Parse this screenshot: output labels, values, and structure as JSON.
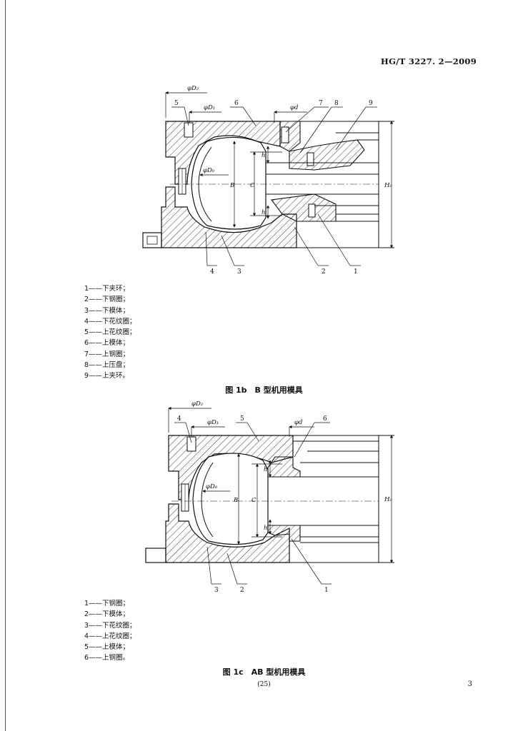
{
  "header": {
    "standard_no": "HG/T 3227. 2—2009"
  },
  "figure_b": {
    "dims": {
      "D2": "φD₂",
      "D1": "φD₁",
      "d": "φd",
      "D0": "φD₀",
      "B": "B",
      "C": "C",
      "H0": "H₀",
      "h_top": "h",
      "h_bottom": "h"
    },
    "callouts": [
      "1",
      "2",
      "3",
      "4",
      "5",
      "6",
      "7",
      "8",
      "9"
    ],
    "legend": [
      "1——下夹环；",
      "2——下钢圈；",
      "3——下模体；",
      "4——下花纹圈；",
      "5——上花纹圈；",
      "6——上模体；",
      "7——上钢圈；",
      "8——上压盘；",
      "9——上夹环。"
    ],
    "caption": "图 1b　B 型机用模具"
  },
  "figure_c": {
    "dims": {
      "D2": "φD₂",
      "D1": "φD₁",
      "d": "φd",
      "D0": "φD₀",
      "B": "B",
      "C": "C",
      "H0": "H₀",
      "h_top": "h",
      "h_bottom": "h"
    },
    "callouts": [
      "1",
      "2",
      "3",
      "4",
      "5",
      "6"
    ],
    "legend": [
      "1——下钢圈；",
      "2——下模体；",
      "3——下花纹圈；",
      "4——上花纹圈；",
      "5——上模体；",
      "6——上钢圈。"
    ],
    "caption": "图 1c　AB 型机用模具"
  },
  "footer": {
    "page_center": "(25)",
    "page_right": "3"
  }
}
